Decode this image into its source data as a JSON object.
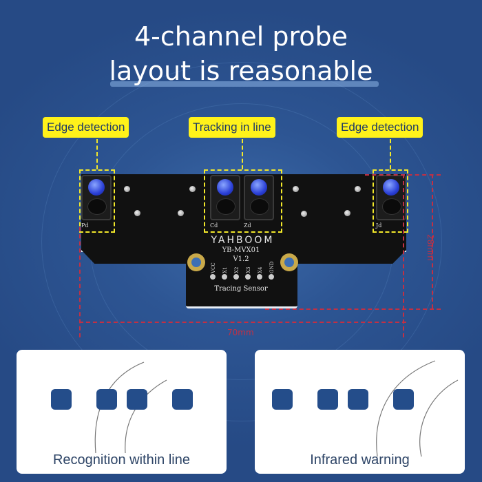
{
  "headline": {
    "line1": "4-channel probe",
    "line2": "layout is reasonable"
  },
  "callouts": [
    {
      "label": "Edge detection",
      "position": "left"
    },
    {
      "label": "Tracking in line",
      "position": "center"
    },
    {
      "label": "Edge detection",
      "position": "right"
    }
  ],
  "board": {
    "brand": "YAHBOOM",
    "model": "YB-MVX01",
    "version": "V1.2",
    "name": "Tracing Sensor",
    "sensor_labels": [
      "Pd",
      "Cd",
      "Zd",
      "Jd"
    ],
    "pins": [
      "VCC",
      "X1",
      "X2",
      "X3",
      "X4",
      "GND"
    ]
  },
  "dimensions": {
    "width": "70mm",
    "height": "28mm"
  },
  "cards": [
    {
      "caption": "Recognition within line"
    },
    {
      "caption": "Infrared warning"
    }
  ],
  "colors": {
    "background": "#2a4f8a",
    "callout": "#fff21a",
    "dimension": "#c23044",
    "card_square": "#244d8a"
  }
}
